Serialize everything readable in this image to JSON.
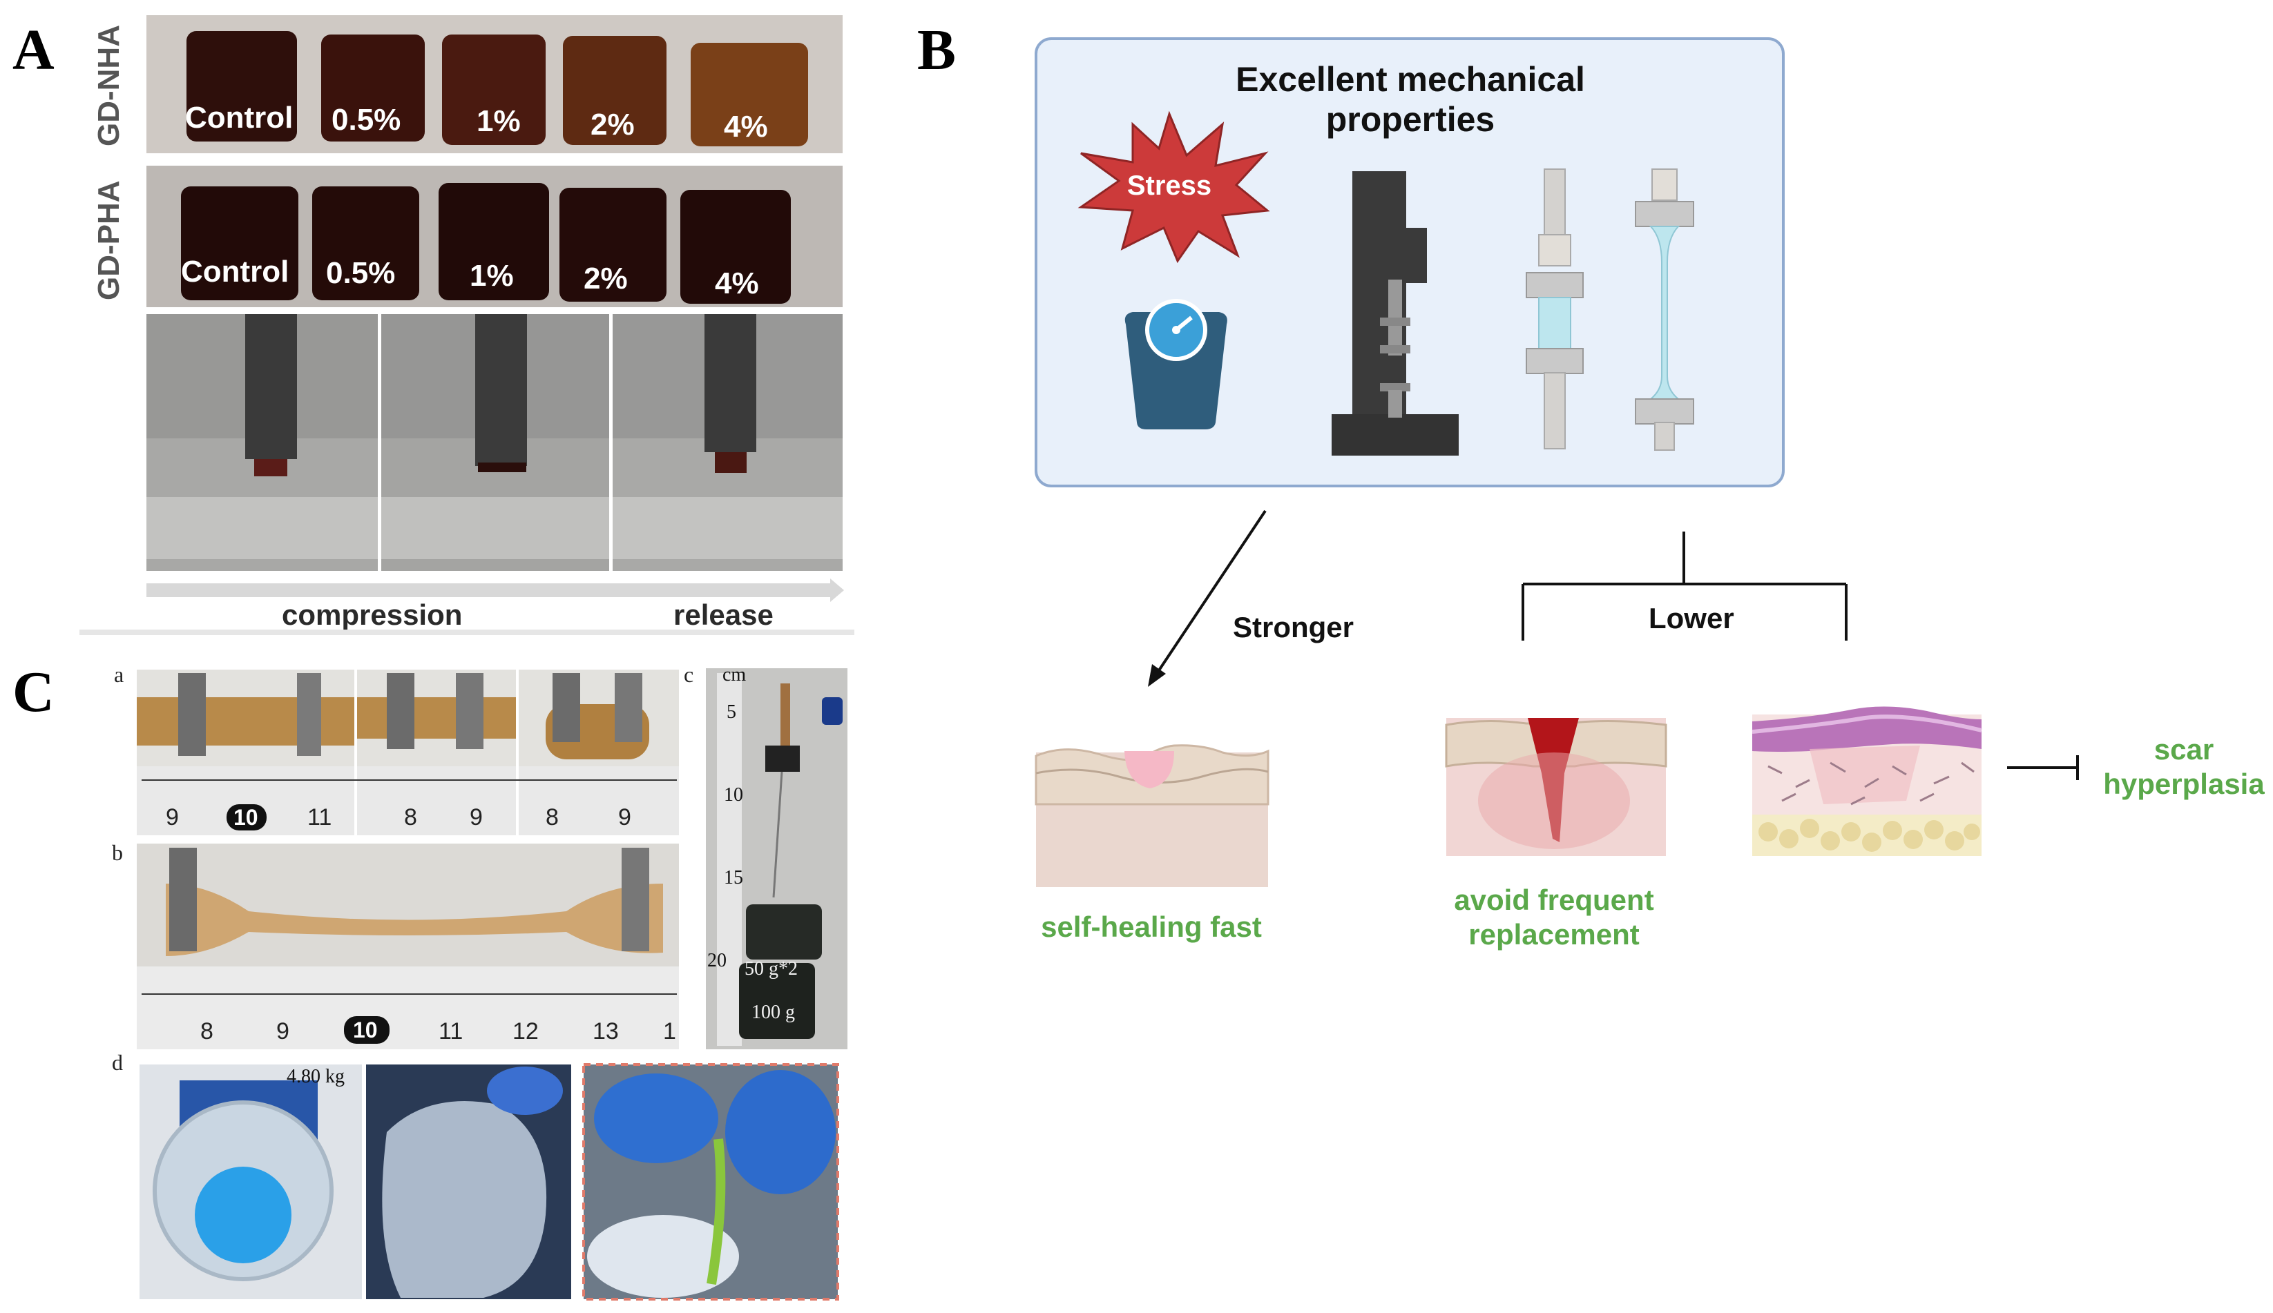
{
  "panels": {
    "a": {
      "letter": "A",
      "row1_side": "GD-NHA",
      "row2_side": "GD-PHA",
      "concentrations": [
        "Control",
        "0.5%",
        "1%",
        "2%",
        "4%"
      ],
      "compression": "compression",
      "release": "release"
    },
    "b": {
      "letter": "B",
      "title_line1": "Excellent mechanical",
      "title_line2": "properties",
      "stress": "Stress",
      "stronger": "Stronger",
      "lower": "Lower",
      "self_healing": "self-healing fast",
      "avoid_line1": "avoid frequent",
      "avoid_line2": "replacement",
      "scar_line1": "scar",
      "scar_line2": "hyperplasia"
    },
    "c": {
      "letter": "C",
      "sub_a": "a",
      "sub_b": "b",
      "sub_c": "c",
      "sub_d": "d",
      "ruler_a1": [
        "9",
        "10",
        "11"
      ],
      "ruler_a2": [
        "8",
        "9"
      ],
      "ruler_a3": [
        "8",
        "9"
      ],
      "ruler_b": [
        "8",
        "9",
        "10",
        "11",
        "12",
        "13",
        "1"
      ],
      "ruler_c": [
        "cm",
        "5",
        "10",
        "15",
        "20"
      ],
      "weight_1": "50 g*2",
      "weight_2": "100 g",
      "scale_reading": "4.80 kg"
    }
  },
  "colors": {
    "panel_b_box": "#e8f0fa",
    "panel_b_border": "#8ea9cf",
    "green_text": "#5aa84a",
    "stress_red": "#cc3a3a",
    "scale_blue": "#2f5d7c",
    "hydrogel_dark": "#2b0f0c"
  }
}
